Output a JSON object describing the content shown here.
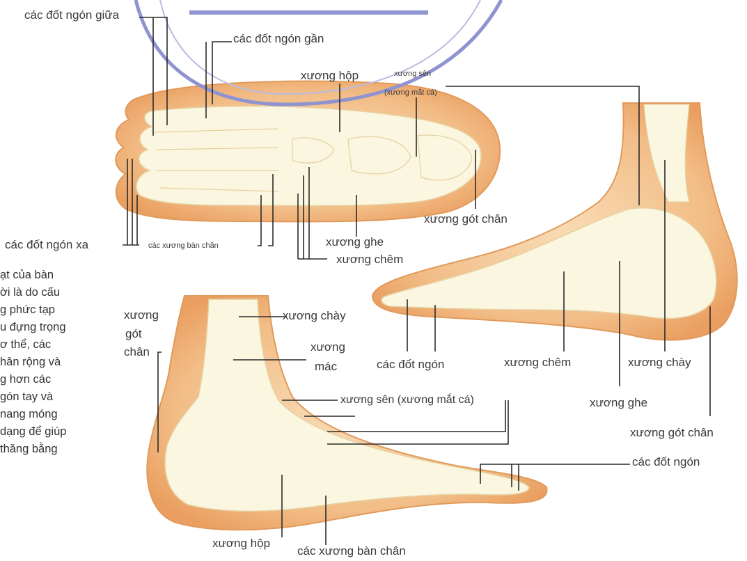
{
  "labels": {
    "top_middle_phalanges": "các đốt ngón giữa",
    "top_proximal_phalanges": "các đốt ngón gần",
    "top_cuboid": "xương hộp",
    "top_talus": "xương sên",
    "top_talus_alt": "(xương mắt cá)",
    "top_calcaneus": "xương gót chân",
    "top_distal_phalanges": "các đốt ngón xa",
    "top_metatarsals": "các xương bàn chân",
    "top_navicular": "xương ghe",
    "top_cuneiform": "xương chêm",
    "right_phalanges": "các đốt ngón",
    "right_cuneiform": "xương chêm",
    "right_tibia": "xương chày",
    "right_navicular": "xương ghe",
    "right_calcaneus": "xương gót chân",
    "bottom_calcaneus_1": "xương",
    "bottom_calcaneus_2": "gót",
    "bottom_calcaneus_3": "chân",
    "bottom_tibia": "xương chày",
    "bottom_fibula_1": "xương",
    "bottom_fibula_2": "mác",
    "bottom_talus": "xương sên (xương mắt cá)",
    "bottom_phalanges": "các đốt ngón",
    "bottom_cuboid": "xương hộp",
    "bottom_metatarsals": "các xương bàn chân"
  },
  "body_text": [
    "ạt của bàn",
    "ời là do cấu",
    "g phức tạp",
    "u đựng trọng",
    "ơ thể, các",
    "hân rộng và",
    "g hơn các",
    "gón tay và",
    "nang móng",
    "dạng để giúp",
    "thăng bằng"
  ],
  "colors": {
    "skin": "#f1b982",
    "skin_light": "#f8d9b4",
    "bone": "#fbf6df",
    "bone_shadow": "#e6d9a8",
    "leader": "#2b2b2b",
    "watermark": "#8f93d0"
  }
}
